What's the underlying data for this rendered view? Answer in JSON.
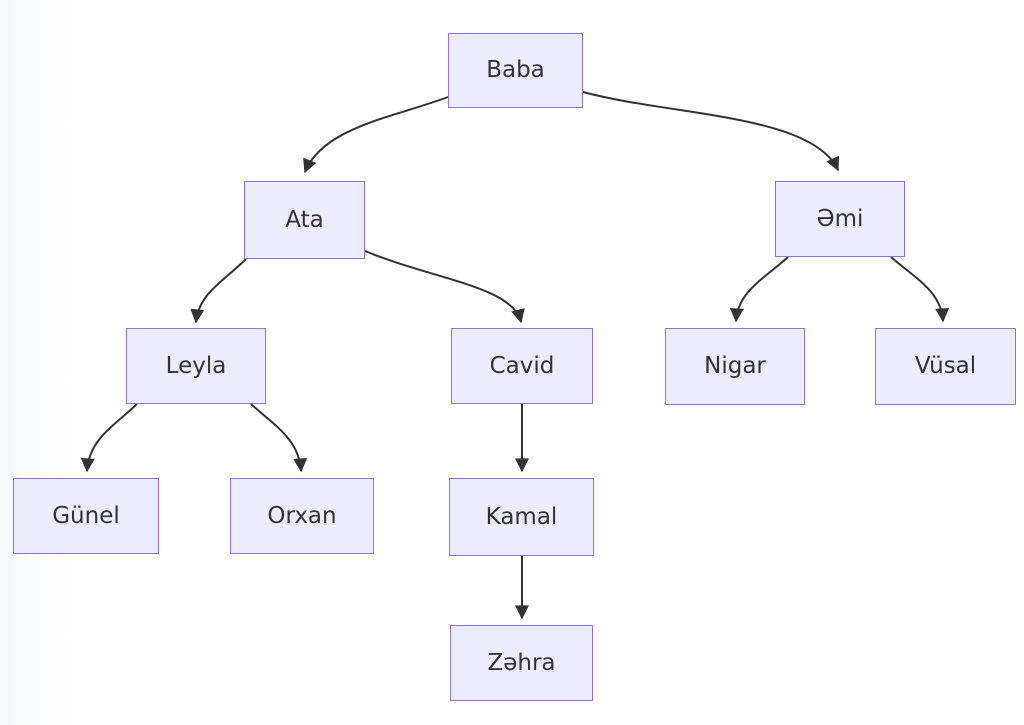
{
  "diagram": {
    "type": "flowchart-family-tree",
    "direction": "top-down",
    "colors": {
      "node_fill": "#ECECFF",
      "node_border": "#9370DB",
      "edge_line": "#333333",
      "arrowhead": "#333333",
      "text": "#333333",
      "background": "#FFFFFF"
    },
    "nodes": [
      {
        "id": "baba",
        "label": "Baba"
      },
      {
        "id": "ata",
        "label": "Ata"
      },
      {
        "id": "emi",
        "label": "Əmi"
      },
      {
        "id": "leyla",
        "label": "Leyla"
      },
      {
        "id": "cavid",
        "label": "Cavid"
      },
      {
        "id": "nigar",
        "label": "Nigar"
      },
      {
        "id": "vusal",
        "label": "Vüsal"
      },
      {
        "id": "gunel",
        "label": "Günel"
      },
      {
        "id": "orxan",
        "label": "Orxan"
      },
      {
        "id": "kamal",
        "label": "Kamal"
      },
      {
        "id": "zehra",
        "label": "Zəhra"
      }
    ],
    "edges": [
      {
        "from": "Baba",
        "to": "Ata"
      },
      {
        "from": "Baba",
        "to": "Əmi"
      },
      {
        "from": "Ata",
        "to": "Leyla"
      },
      {
        "from": "Ata",
        "to": "Cavid"
      },
      {
        "from": "Leyla",
        "to": "Günel"
      },
      {
        "from": "Leyla",
        "to": "Orxan"
      },
      {
        "from": "Cavid",
        "to": "Kamal"
      },
      {
        "from": "Kamal",
        "to": "Zəhra"
      },
      {
        "from": "Əmi",
        "to": "Nigar"
      },
      {
        "from": "Əmi",
        "to": "Vüsal"
      }
    ]
  }
}
